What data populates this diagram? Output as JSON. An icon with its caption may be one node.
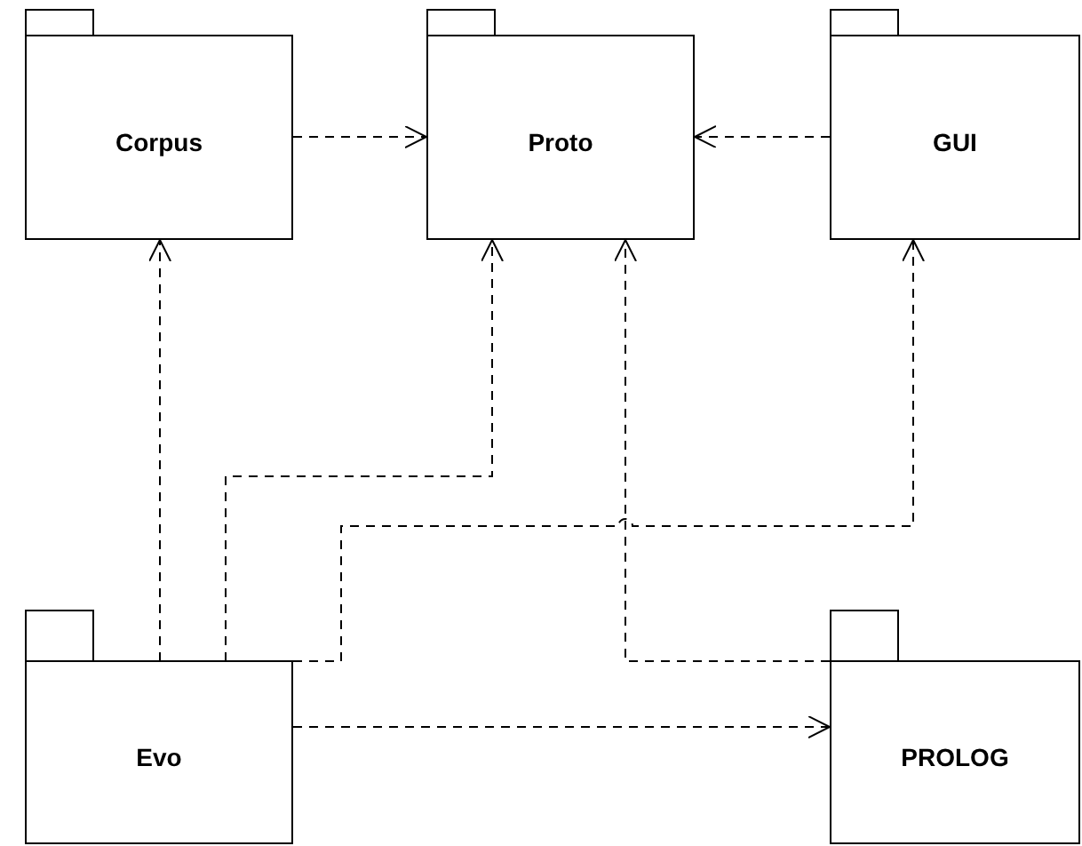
{
  "diagram": {
    "nodes": [
      {
        "text": [
          "Corpus"
        ]
      },
      {
        "text": [
          "Proto"
        ]
      },
      {
        "text": [
          "GUI"
        ]
      },
      {
        "text": [
          "Evo"
        ]
      },
      {
        "text": [
          "PROLOG"
        ]
      }
    ],
    "edges": [
      {
        "from": 0,
        "to": 1,
        "arrow": "to",
        "style": "dashed"
      },
      {
        "from": 2,
        "to": 1,
        "arrow": "to",
        "style": "dashed"
      },
      {
        "from": 3,
        "to": 0,
        "arrow": "to",
        "style": "dashed"
      },
      {
        "from": 3,
        "to": 1,
        "arrow": "to",
        "style": "dashed"
      },
      {
        "from": 3,
        "to": 2,
        "arrow": "to",
        "style": "dashed"
      },
      {
        "from": 4,
        "to": 1,
        "arrow": "to",
        "style": "dashed"
      },
      {
        "from": 3,
        "to": 4,
        "arrow": "to",
        "style": "dashed"
      }
    ]
  }
}
